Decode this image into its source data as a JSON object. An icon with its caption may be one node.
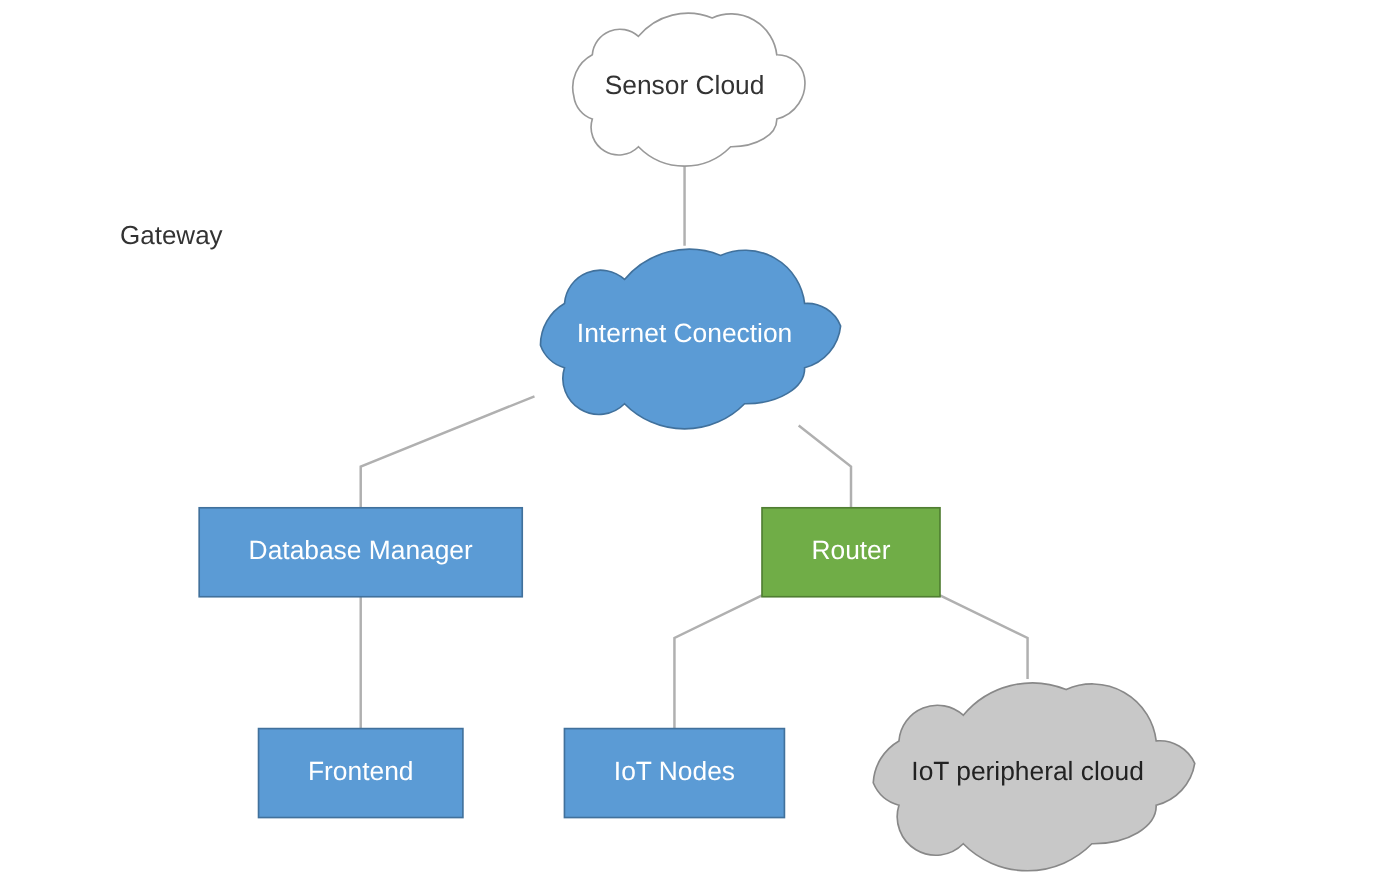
{
  "diagram": {
    "nodes": [
      {
        "text": [
          "Sensor Cloud"
        ]
      },
      {
        "text": [
          "Internet Conection"
        ]
      },
      {
        "text": [
          "Database Manager"
        ]
      },
      {
        "text": [
          "Frontend"
        ]
      },
      {
        "text": [
          "Router"
        ]
      },
      {
        "text": [
          "IoT Nodes"
        ]
      },
      {
        "text": [
          "IoT peripheral cloud"
        ]
      }
    ],
    "edges": [
      {
        "from": 0,
        "to": 1,
        "arrow": "none"
      },
      {
        "from": 1,
        "to": 2,
        "arrow": "none"
      },
      {
        "from": 2,
        "to": 3,
        "arrow": "none"
      },
      {
        "from": 1,
        "to": 4,
        "arrow": "none"
      },
      {
        "from": 4,
        "to": 5,
        "arrow": "none"
      },
      {
        "from": 4,
        "to": 6,
        "arrow": "none"
      }
    ],
    "labels": [
      "Gateway"
    ]
  }
}
